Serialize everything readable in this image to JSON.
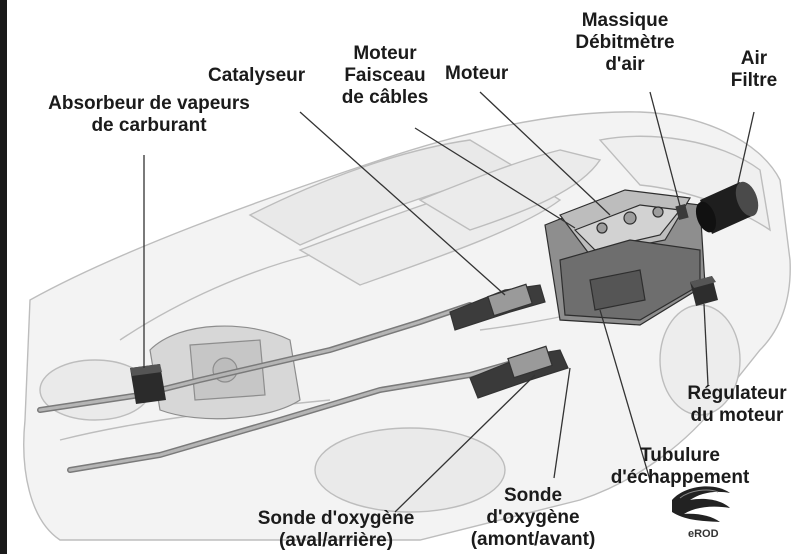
{
  "labels": {
    "absorbeur_l1": "Absorbeur de vapeurs",
    "absorbeur_l2": "de carburant",
    "catalyseur": "Catalyseur",
    "faisceau_l1": "Moteur",
    "faisceau_l2": "Faisceau",
    "faisceau_l3": "de câbles",
    "moteur": "Moteur",
    "debit_l1": "Massique",
    "debit_l2": "Débitmètre",
    "debit_l3": "d'air",
    "filtre_l1": "Air",
    "filtre_l2": "Filtre",
    "regulateur_l1": "Régulateur",
    "regulateur_l2": "du moteur",
    "tubulure_l1": "Tubulure",
    "tubulure_l2": "d'échappement",
    "sonde_amont_l1": "Sonde",
    "sonde_amont_l2": "d'oxygène",
    "sonde_amont_l3": "(amont/avant)",
    "sonde_aval_l1": "Sonde d'oxygène",
    "sonde_aval_l2": "(aval/arrière)"
  },
  "logo": {
    "text": "eROD"
  }
}
